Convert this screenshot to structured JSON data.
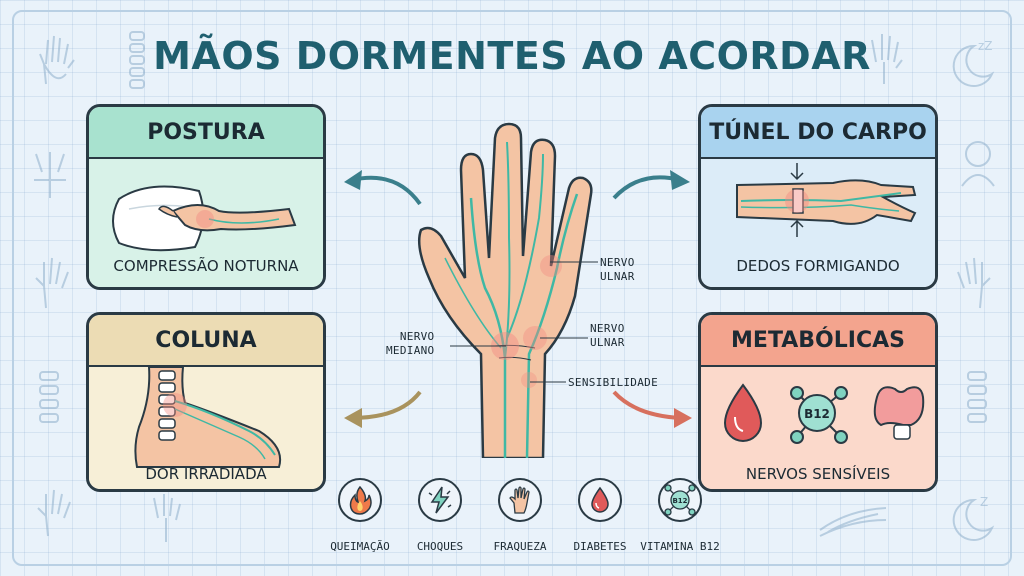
{
  "title": "MÃOS DORMENTES AO ACORDAR",
  "cards": {
    "postura": {
      "heading": "POSTURA",
      "caption": "COMPRESSÃO NOTURNA"
    },
    "tunel": {
      "heading": "TÚNEL DO CARPO",
      "caption": "DEDOS FORMIGANDO"
    },
    "coluna": {
      "heading": "COLUNA",
      "caption": "DOR IRRADIADA"
    },
    "metabolicas": {
      "heading": "METABÓLICAS",
      "caption": "NERVOS SENSÍVEIS",
      "b12_badge": "B12"
    }
  },
  "hand_labels": {
    "nervo_ulnar_top": "NERVO\nULNAR",
    "nervo_mediano": "NERVO\nMEDIANO",
    "nervo_ulnar_mid": "NERVO\nULNAR",
    "sensibilidade": "SENSIBILIDADE"
  },
  "symptoms": [
    {
      "label": "QUEIMAÇÃO",
      "icon": "flame-icon"
    },
    {
      "label": "CHOQUES",
      "icon": "lightning-icon"
    },
    {
      "label": "FRAQUEZA",
      "icon": "hand-icon"
    },
    {
      "label": "DIABETES",
      "icon": "blood-drop-icon"
    },
    {
      "label": "VITAMINA B12",
      "icon": "b12-molecule-icon",
      "badge": "B12"
    }
  ],
  "colors": {
    "title": "#1f5f6f",
    "postura": "#a8e2cf",
    "tunel": "#a9d3ef",
    "coluna": "#ecdcb4",
    "metabolicas": "#f3a48e",
    "nerve": "#3fb8a4",
    "skin": "#f4c4a4"
  }
}
